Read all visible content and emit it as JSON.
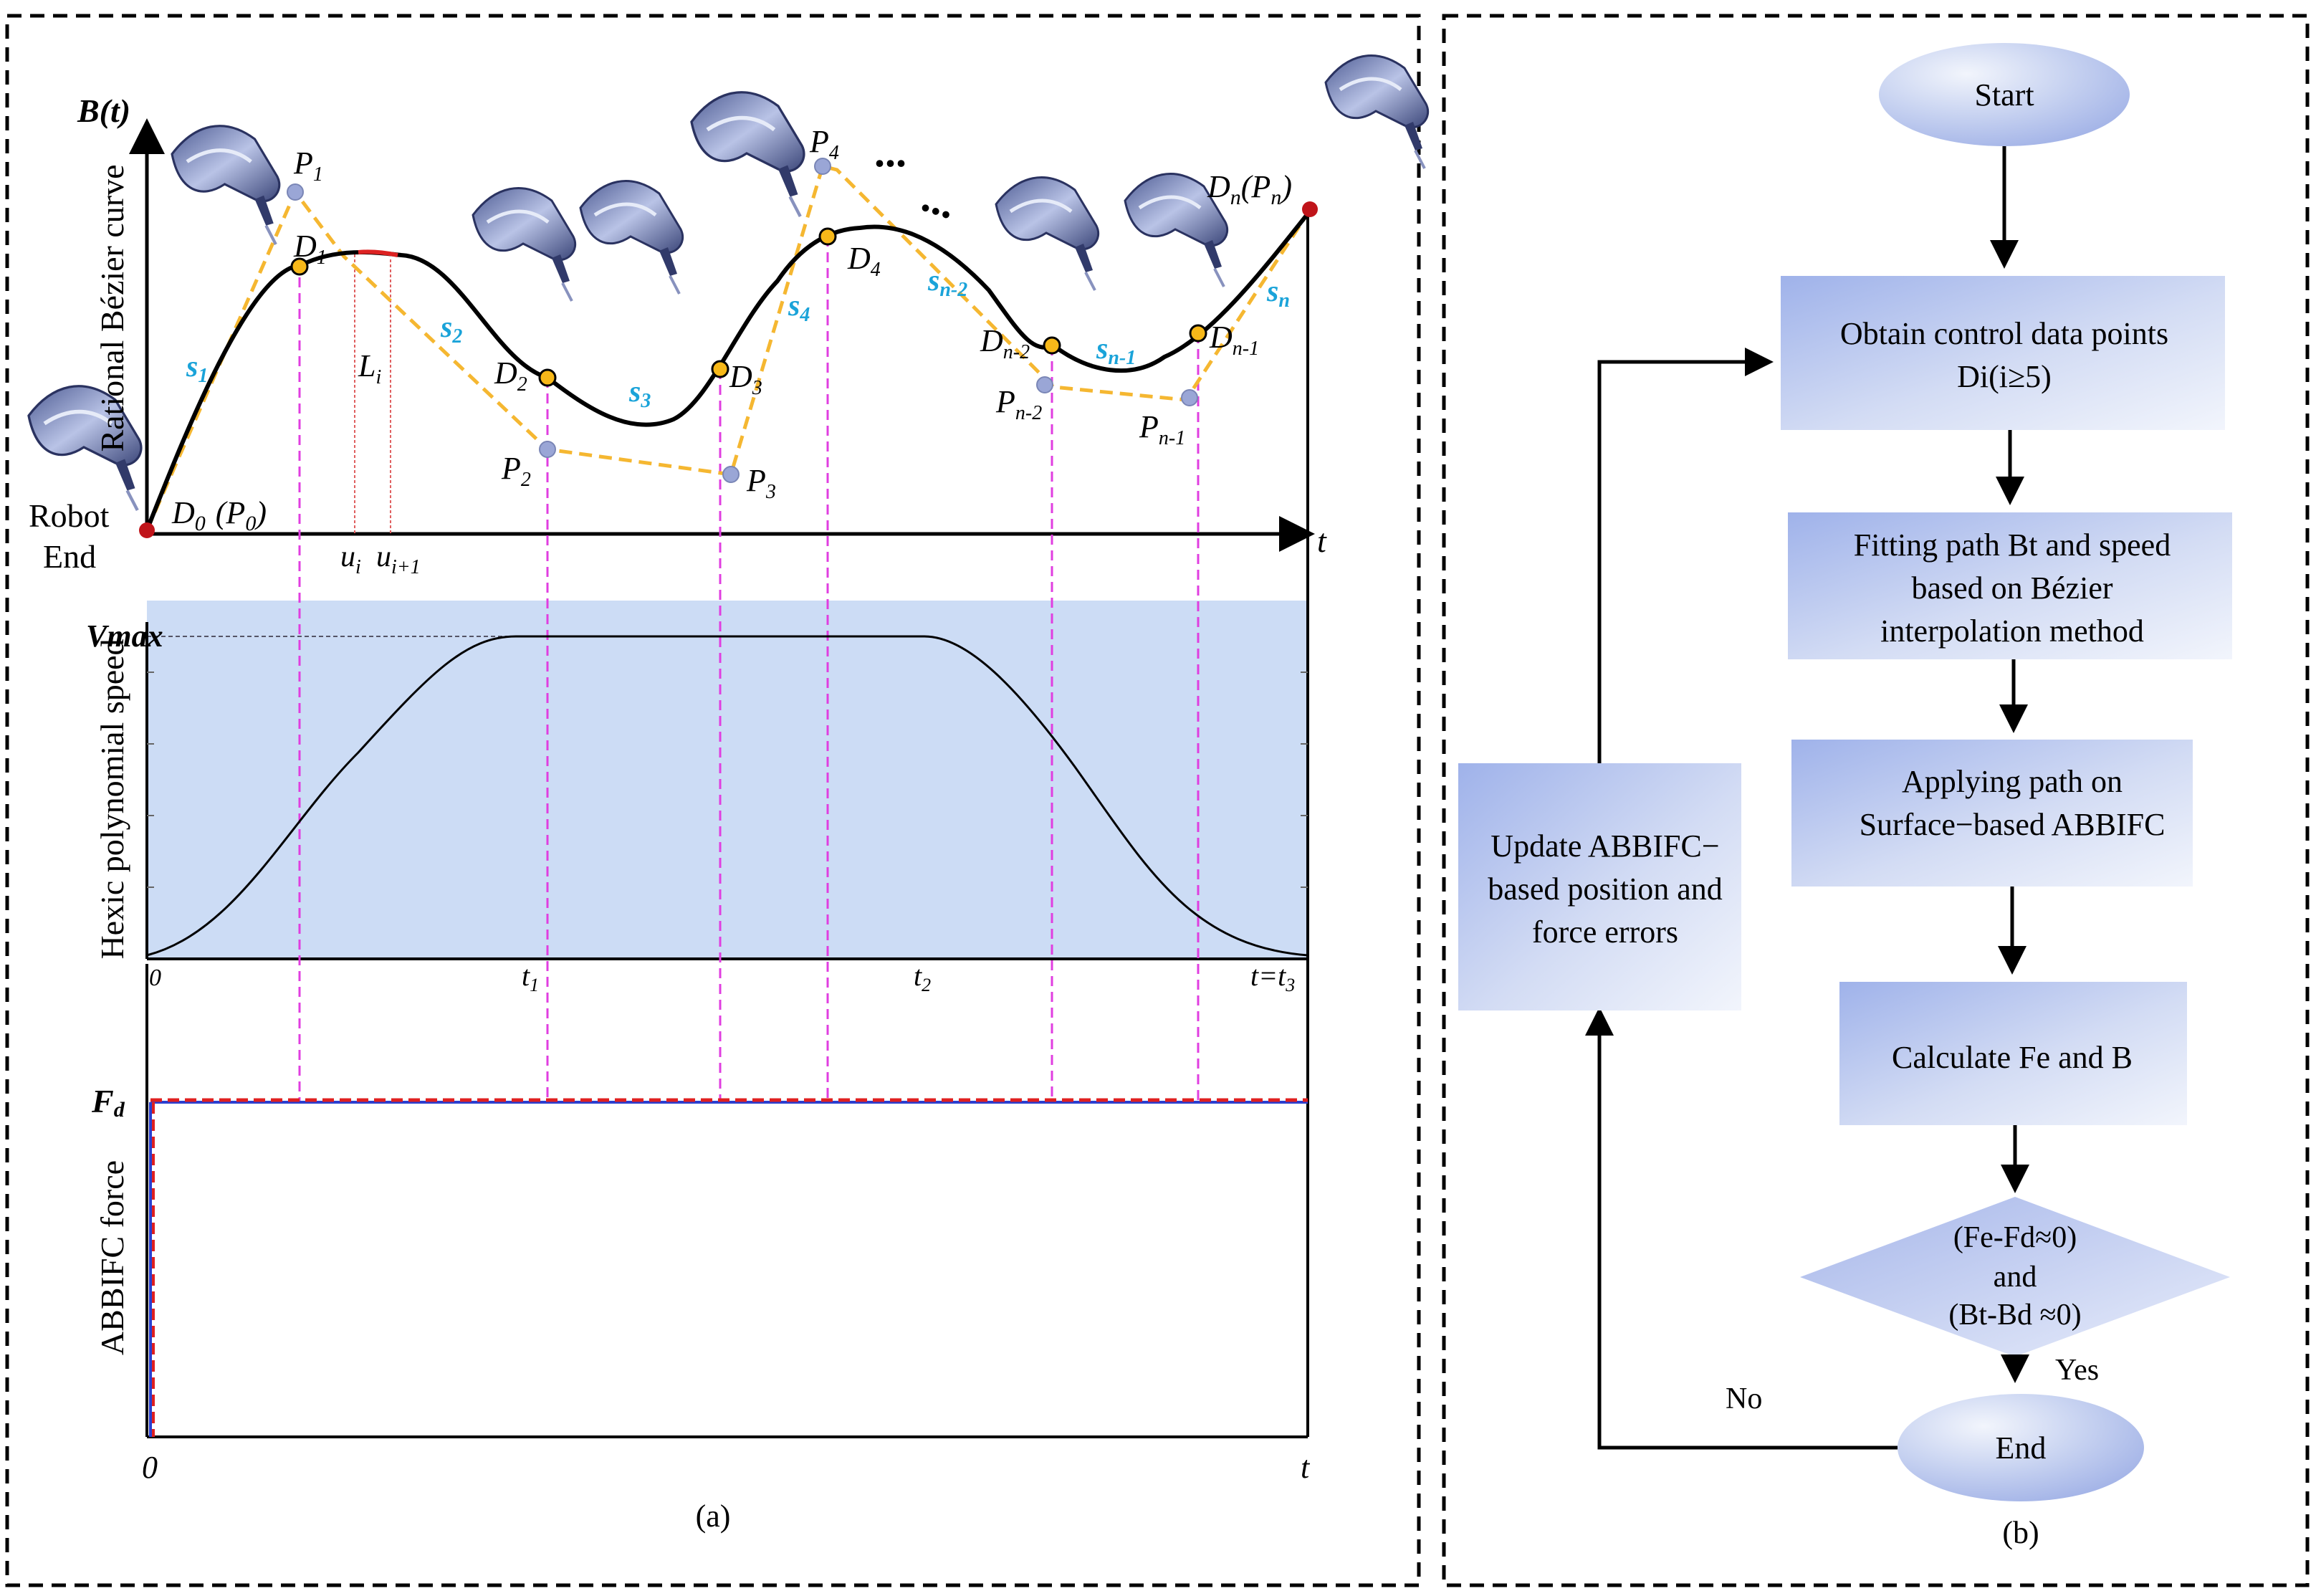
{
  "panel_a": {
    "caption": "(a)",
    "top_plot": {
      "y_title": "B(t)",
      "y_label": "Rational Bézier curve",
      "x_label": "t",
      "robot_end_label_1": "Robot",
      "robot_end_label_2": "End",
      "d0_label": "D",
      "d0_sub": "0",
      "p0_label": "(P",
      "p0_sub": "0",
      "p0_close": ")",
      "li_label": "L",
      "li_sub": "i",
      "ui_label": "u",
      "ui_sub": "i",
      "ui1_label": "u",
      "ui1_sub": "i+1",
      "dn_label": "D",
      "dn_sub": "n",
      "pn_label": "(P",
      "pn_sub": "n",
      "pn_close": ")",
      "ellipsis_1": "...",
      "ellipsis_2": "...",
      "control_points": [
        {
          "base": "P",
          "sub": "1"
        },
        {
          "base": "P",
          "sub": "2"
        },
        {
          "base": "P",
          "sub": "3"
        },
        {
          "base": "P",
          "sub": "4"
        },
        {
          "base": "P",
          "sub": "n-2"
        },
        {
          "base": "P",
          "sub": "n-1"
        }
      ],
      "data_points": [
        {
          "base": "D",
          "sub": "1"
        },
        {
          "base": "D",
          "sub": "2"
        },
        {
          "base": "D",
          "sub": "3"
        },
        {
          "base": "D",
          "sub": "4"
        },
        {
          "base": "D",
          "sub": "n-2"
        },
        {
          "base": "D",
          "sub": "n-1"
        }
      ],
      "segments": [
        {
          "base": "s",
          "sub": "1"
        },
        {
          "base": "s",
          "sub": "2"
        },
        {
          "base": "s",
          "sub": "3"
        },
        {
          "base": "s",
          "sub": "4"
        },
        {
          "base": "s",
          "sub": "n-2"
        },
        {
          "base": "s",
          "sub": "n-1"
        },
        {
          "base": "s",
          "sub": "n"
        }
      ]
    },
    "mid_plot": {
      "y_label": "Hexic polynomial speed",
      "vmax_label": "Vmax",
      "tick_0": "0",
      "tick_t1": "t",
      "tick_t1_sub": "1",
      "tick_t2": "t",
      "tick_t2_sub": "2",
      "tick_t3": "t=t",
      "tick_t3_sub": "3"
    },
    "bottom_plot": {
      "y_label": "ABBIFC force",
      "fd_label": "F",
      "fd_sub": "d",
      "x_origin": "0",
      "x_label": "t"
    }
  },
  "panel_b": {
    "caption": "(b)",
    "start": "Start",
    "step1_line1": "Obtain control data points",
    "step1_line2": "Di(i≥5)",
    "step2_line1": "Fitting path Bt and speed",
    "step2_line2": "based on Bézier",
    "step2_line3": "interpolation method",
    "step3_line1": "Applying path on",
    "step3_line2": "Surface−based ABBIFC",
    "step4": "Calculate Fe and B",
    "decision_line1": "(Fe-Fd≈0)",
    "decision_line2": "and",
    "decision_line3": "(Bt-Bd ≈0)",
    "yes_label": "Yes",
    "no_label": "No",
    "end": "End",
    "update_line1": "Update ABBIFC−",
    "update_line2": "based position and",
    "update_line3": "force errors"
  },
  "colors": {
    "curve": "#000000",
    "control_polygon": "#f5b731",
    "data_point_fill": "#f7b819",
    "control_point_fill": "#9aa6d6",
    "endpoint_fill": "#c0141a",
    "segment_label": "#1aa3d9",
    "guide_line": "#e03ee0",
    "speed_fill": "#ccdcf5",
    "force_red": "#e02020",
    "force_blue": "#2a3fd0",
    "flow_box_dark": "#a9b9ea",
    "flow_box_light": "#eef2fb"
  }
}
